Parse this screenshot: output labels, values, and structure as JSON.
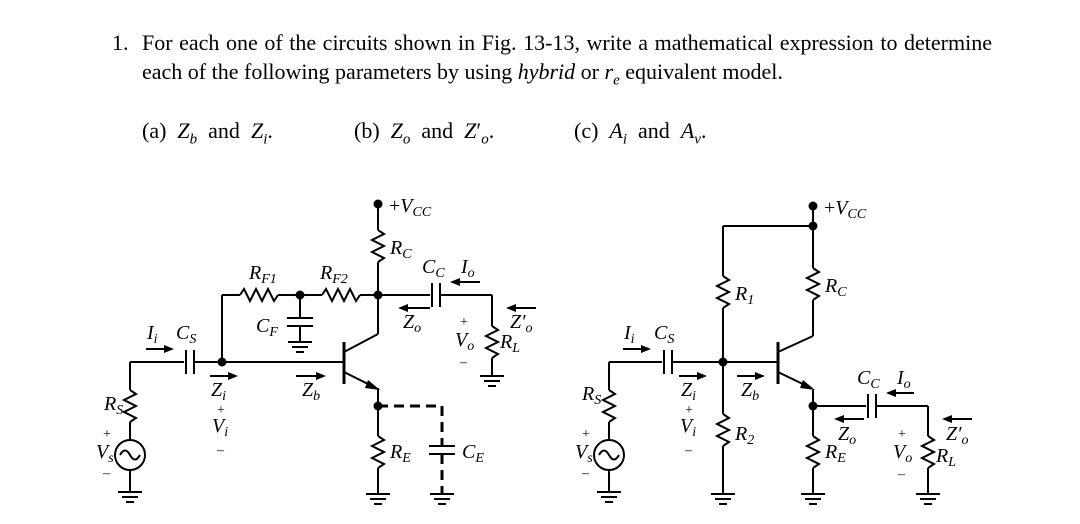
{
  "problem": {
    "number": "1.",
    "text": "For each one of the circuits shown in Fig. 13-13, write a mathematical expression to determine each of the following parameters by using hybrid or rₑ equivalent model.",
    "parts": [
      {
        "label": "(a)",
        "content": "Z_b and Z_i."
      },
      {
        "label": "(b)",
        "content": "Z_o and Z'_o."
      },
      {
        "label": "(c)",
        "content": "A_i and A_v."
      }
    ]
  },
  "circuit_left": {
    "supply": "+V_CC",
    "components": [
      "R_C",
      "R_F1",
      "R_F2",
      "C_C",
      "C_S",
      "C_F",
      "R_L",
      "R_S",
      "R_E",
      "C_E"
    ],
    "signals": [
      "I_o",
      "I_i",
      "Z_o",
      "Z'_o",
      "Z_i",
      "Z_b",
      "V_o",
      "V_i",
      "V_s"
    ]
  },
  "circuit_right": {
    "supply": "+V_CC",
    "components": [
      "R_1",
      "R_C",
      "C_S",
      "R_S",
      "R_2",
      "R_E",
      "C_C",
      "R_L"
    ],
    "signals": [
      "I_i",
      "Z_i",
      "Z_b",
      "I_o",
      "Z_o",
      "Z'_o",
      "V_o",
      "V_i",
      "V_s"
    ]
  }
}
